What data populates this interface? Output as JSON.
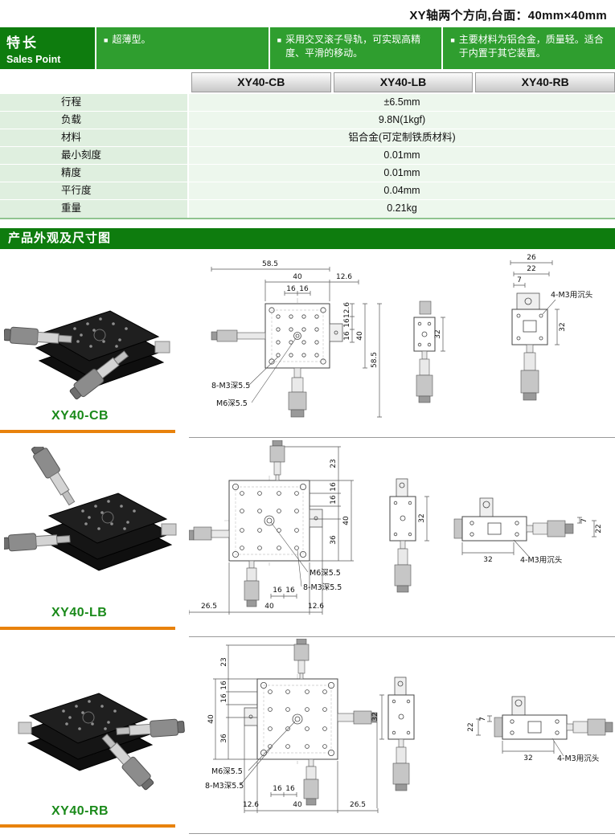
{
  "page": {
    "top_note": "XY轴两个方向,台面：40mm×40mm"
  },
  "colors": {
    "green_dark": "#0e7c0e",
    "green_mid": "#2f9e2f",
    "table_label_bg": "#dfefdf",
    "table_value_bg": "#edf7ed",
    "orange_divider": "#e8820c",
    "product_name_green": "#1a8a1a"
  },
  "sales_point": {
    "title_cn": "特长",
    "title_en": "Sales Point",
    "bullet": "■",
    "points": [
      "超薄型。",
      "采用交叉滚子导轨，可实现高精度、平滑的移动。",
      "主要材料为铝合金，质量轻。适合于内置于其它装置。"
    ]
  },
  "spec_table": {
    "models": [
      "XY40-CB",
      "XY40-LB",
      "XY40-RB"
    ],
    "rows": [
      {
        "label": "行程",
        "value": "±6.5mm"
      },
      {
        "label": "负载",
        "value": "9.8N(1kgf)"
      },
      {
        "label": "材料",
        "value": "铝合金(可定制铁质材料)"
      },
      {
        "label": "最小刻度",
        "value": "0.01mm"
      },
      {
        "label": "精度",
        "value": "0.01mm"
      },
      {
        "label": "平行度",
        "value": "0.04mm"
      },
      {
        "label": "重量",
        "value": "0.21kg"
      }
    ]
  },
  "section_title": "产品外观及尺寸图",
  "products": [
    {
      "name": "XY40-CB",
      "dims": {
        "top_585": "58.5",
        "top_40": "40",
        "top_126": "12.6",
        "top_16a": "16",
        "top_16b": "16",
        "right_126": "12.6",
        "right_16a": "16",
        "right_16b": "16",
        "right_40": "40",
        "right_585": "58.5",
        "note_8m3": "8-M3深5.5",
        "note_m6": "M6深5.5",
        "side_32": "32",
        "rv_26": "26",
        "rv_22": "22",
        "rv_7": "7",
        "rv_note": "4-M3用沉头",
        "rv_32": "32"
      }
    },
    {
      "name": "XY40-LB",
      "dims": {
        "top_23": "23",
        "right_16a": "16",
        "right_16b": "16",
        "right_40": "40",
        "right_36": "36",
        "note_m6": "M6深5.5",
        "note_8m3": "8-M3深5.5",
        "bot_16a": "16",
        "bot_16b": "16",
        "bot_265": "26.5",
        "bot_40": "40",
        "bot_126": "12.6",
        "side_32": "32",
        "rv_7": "7",
        "rv_22": "22",
        "rv_32": "32",
        "rv_note": "4-M3用沉头"
      }
    },
    {
      "name": "XY40-RB",
      "dims": {
        "top_23": "23",
        "left_40": "40",
        "left_16a": "16",
        "left_16b": "16",
        "left_36": "36",
        "note_m6": "M6深5.5",
        "note_8m3": "8-M3深5.5",
        "bot_16a": "16",
        "bot_16b": "16",
        "bot_126": "12.6",
        "bot_40": "40",
        "bot_265": "26.5",
        "side_32": "32",
        "rv_7": "7",
        "rv_22": "22",
        "rv_32": "32",
        "rv_note": "4-M3用沉头"
      }
    }
  ]
}
